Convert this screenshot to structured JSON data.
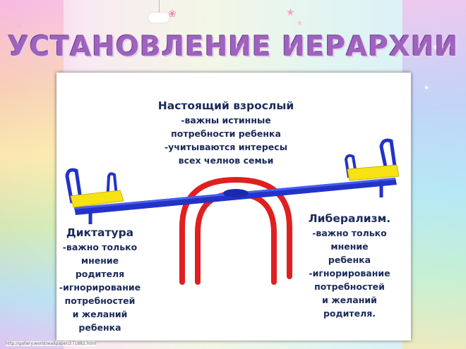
{
  "title": "УСТАНОВЛЕНИЕ ИЕРАРХИИ",
  "adult": {
    "heading": "Настоящий взрослый",
    "lines": [
      "-важны истинные",
      "потребности ребенка",
      "-учитываются интересы",
      "всех челнов семьи"
    ]
  },
  "dictatorship": {
    "heading": "Диктатура",
    "lines": [
      "-важно только",
      "мнение",
      "родителя",
      "-игнорирование",
      "потребностей",
      "и желаний",
      "ребенка"
    ]
  },
  "liberalism": {
    "heading": "Либерализм.",
    "lines": [
      "-важно только",
      "мнение",
      "ребенка",
      "-игнорирование",
      "потребностей",
      "и желаний",
      "родителя."
    ]
  },
  "watermark": "http://gallery.world/wallpaper/271882.html",
  "colors": {
    "title": "#9e63bd",
    "text": "#1b2a5a",
    "beam": "#2233c8",
    "seat": "#f7e214",
    "arch": "#e02020"
  }
}
